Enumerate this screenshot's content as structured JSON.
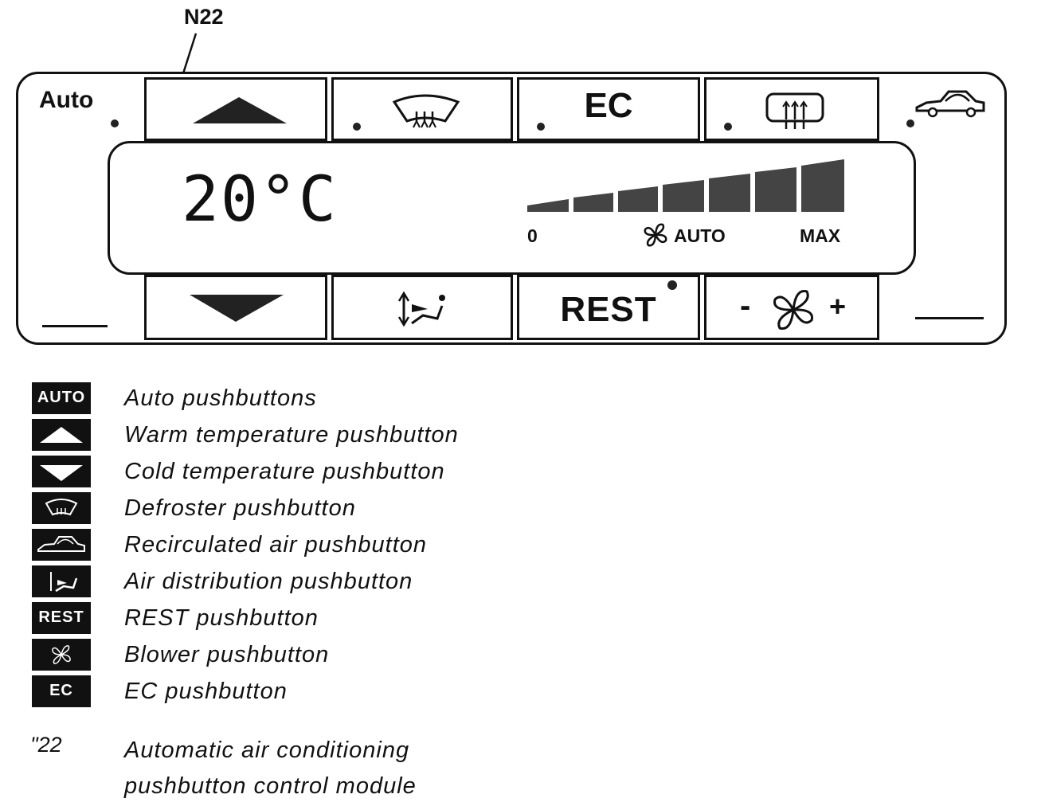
{
  "callout": "N22",
  "panel": {
    "auto_label": "Auto",
    "ec_label": "EC",
    "rest_label": "REST",
    "temperature": "20°C",
    "blower_minus": "-",
    "blower_plus": "+",
    "scale_min": "0",
    "scale_auto": "AUTO",
    "scale_max": "MAX"
  },
  "legend": [
    {
      "icon_text": "AUTO",
      "icon": "auto-icon",
      "label": "Auto pushbuttons"
    },
    {
      "icon_text": "",
      "icon": "warm-up-arrow-icon",
      "label": "Warm temperature pushbutton"
    },
    {
      "icon_text": "",
      "icon": "cold-down-arrow-icon",
      "label": "Cold temperature pushbutton"
    },
    {
      "icon_text": "",
      "icon": "defroster-icon",
      "label": "Defroster pushbutton"
    },
    {
      "icon_text": "",
      "icon": "recirculation-car-icon",
      "label": "Recirculated air pushbutton"
    },
    {
      "icon_text": "",
      "icon": "air-distribution-icon",
      "label": "Air distribution pushbutton"
    },
    {
      "icon_text": "REST",
      "icon": "rest-icon",
      "label": "REST pushbutton"
    },
    {
      "icon_text": "",
      "icon": "blower-fan-icon",
      "label": "Blower pushbutton"
    },
    {
      "icon_text": "EC",
      "icon": "ec-icon",
      "label": "EC pushbutton"
    }
  ],
  "note": {
    "code": "\"22",
    "line1": "Automatic air conditioning",
    "line2": "pushbutton control module"
  }
}
